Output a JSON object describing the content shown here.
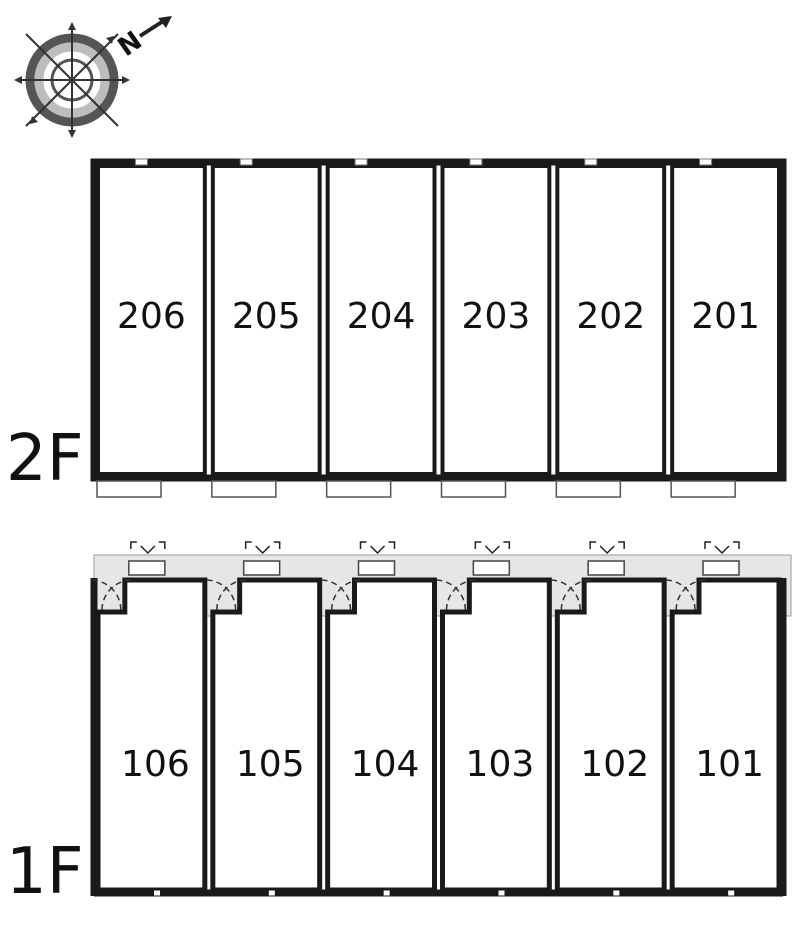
{
  "compass": {
    "letter": "N",
    "icon": "compass-rose-icon"
  },
  "floors": [
    {
      "id": "2f",
      "label": "2F",
      "units": [
        {
          "number": "206"
        },
        {
          "number": "205"
        },
        {
          "number": "204"
        },
        {
          "number": "203"
        },
        {
          "number": "202"
        },
        {
          "number": "201"
        }
      ]
    },
    {
      "id": "1f",
      "label": "1F",
      "units": [
        {
          "number": "106"
        },
        {
          "number": "105"
        },
        {
          "number": "104"
        },
        {
          "number": "103"
        },
        {
          "number": "102"
        },
        {
          "number": "101"
        }
      ]
    }
  ],
  "colors": {
    "wall": "#1a1a1a",
    "corridor": "#e6e6e6",
    "door_swing": "#333333",
    "background": "#ffffff"
  }
}
